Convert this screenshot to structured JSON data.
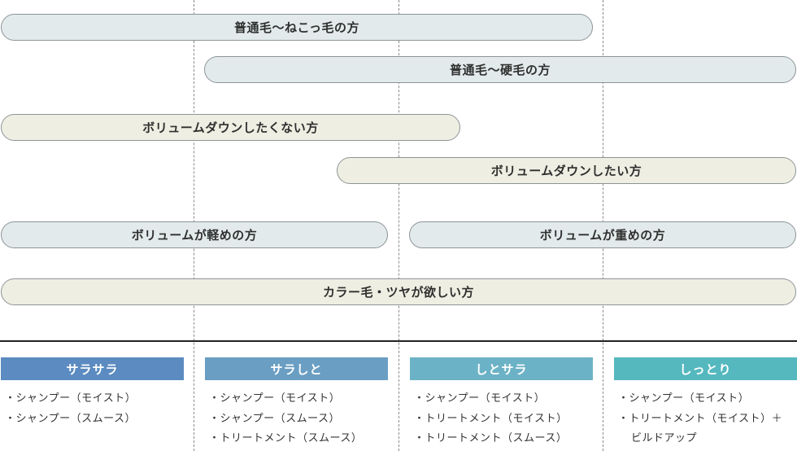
{
  "hair_types": [
    {
      "label": "普通毛〜ねこっ毛の方",
      "style": "blue"
    },
    {
      "label": "普通毛〜硬毛の方",
      "style": "blue"
    },
    {
      "label": "ボリュームダウンしたくない方",
      "style": "beige"
    },
    {
      "label": "ボリュームダウンしたい方",
      "style": "beige"
    },
    {
      "label": "ボリュームが軽めの方",
      "style": "blue"
    },
    {
      "label": "ボリュームが重めの方",
      "style": "blue"
    },
    {
      "label": "カラー毛・ツヤが欲しい方",
      "style": "beige"
    }
  ],
  "categories": [
    {
      "title": "サラサラ",
      "items": [
        "・シャンプー（モイスト）",
        "・シャンプー（スムース）"
      ]
    },
    {
      "title": "サラしと",
      "items": [
        "・シャンプー（モイスト）",
        "・シャンプー（スムース）",
        "・トリートメント（スムース）"
      ]
    },
    {
      "title": "しとサラ",
      "items": [
        "・シャンプー（モイスト）",
        "・トリートメント（モイスト）",
        "・トリートメント（スムース）"
      ]
    },
    {
      "title": "しっとり",
      "items": [
        "・シャンプー（モイスト）",
        "・トリートメント（モイスト）＋",
        "ビルドアップ"
      ]
    }
  ],
  "colors": {
    "pill_blue": "#e3eaeb",
    "pill_beige": "#efeee2",
    "header_1": "#5b8bc0",
    "header_2": "#6a9ec3",
    "header_3": "#6cb2c6",
    "header_4": "#55b8bf"
  }
}
